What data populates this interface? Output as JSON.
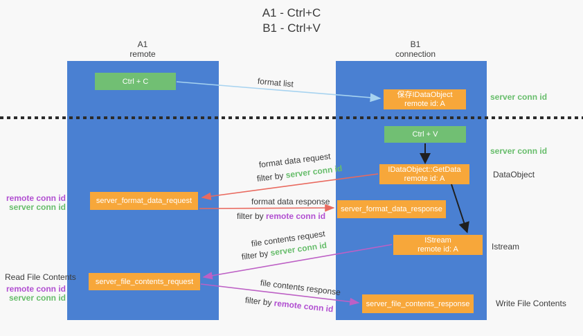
{
  "colors": {
    "bg": "#f8f8f8",
    "blue": "#4a80d2",
    "green": "#71bf73",
    "orange": "#f7a73a",
    "red": "#e96a5f",
    "purple": "#bd60c5",
    "lightblue": "#a7d3f0",
    "textdark": "#3a3a3a",
    "greentext": "#67bd6b",
    "purpletext": "#b14fd1",
    "black": "#1f1f1f"
  },
  "title": {
    "line1": "A1 - Ctrl+C",
    "line2": "B1 - Ctrl+V"
  },
  "lanes": {
    "a1": {
      "name": "A1",
      "role": "remote"
    },
    "b1": {
      "name": "B1",
      "role": "connection"
    }
  },
  "nodes": {
    "ctrl_c": {
      "label": "Ctrl + C"
    },
    "ctrl_v": {
      "label": "Ctrl + V"
    },
    "save_dataobject": {
      "line1": "保存IDataObject",
      "line2": "remote id: A"
    },
    "getdata": {
      "line1": "IDataObject::GetData",
      "line2": "remote id: A"
    },
    "istream": {
      "line1": "IStream",
      "line2": "remote id: A"
    },
    "format_request": {
      "label": "server_format_data_request"
    },
    "format_response": {
      "label": "server_format_data_response"
    },
    "file_request": {
      "label": "server_file_contents_request"
    },
    "file_response": {
      "label": "server_file_contents_response"
    }
  },
  "arrows": {
    "format_list": {
      "label": "format list"
    },
    "format_data_request": {
      "label": "format data request",
      "filter_prefix": "filter by ",
      "filter_key": "server conn id"
    },
    "format_data_response": {
      "label": "format data response",
      "filter_prefix": "filter by ",
      "filter_key": "remote conn id"
    },
    "file_contents_request": {
      "label": "file contents request",
      "filter_prefix": "filter by ",
      "filter_key": "server conn id"
    },
    "file_contents_response": {
      "label": "file contents response",
      "filter_prefix": "filter by ",
      "filter_key": "remote conn id"
    }
  },
  "side_labels": {
    "server_conn_id_top": "server conn id",
    "server_conn_id_mid": "server conn id",
    "dataobject": "DataObject",
    "istream": "Istream",
    "write_file_contents": "Write File Contents",
    "read_file_contents": "Read File Contents",
    "left_top_remote": "remote conn id",
    "left_top_server": "server conn id",
    "left_bottom_remote": "remote conn id",
    "left_bottom_server": "server conn id"
  }
}
